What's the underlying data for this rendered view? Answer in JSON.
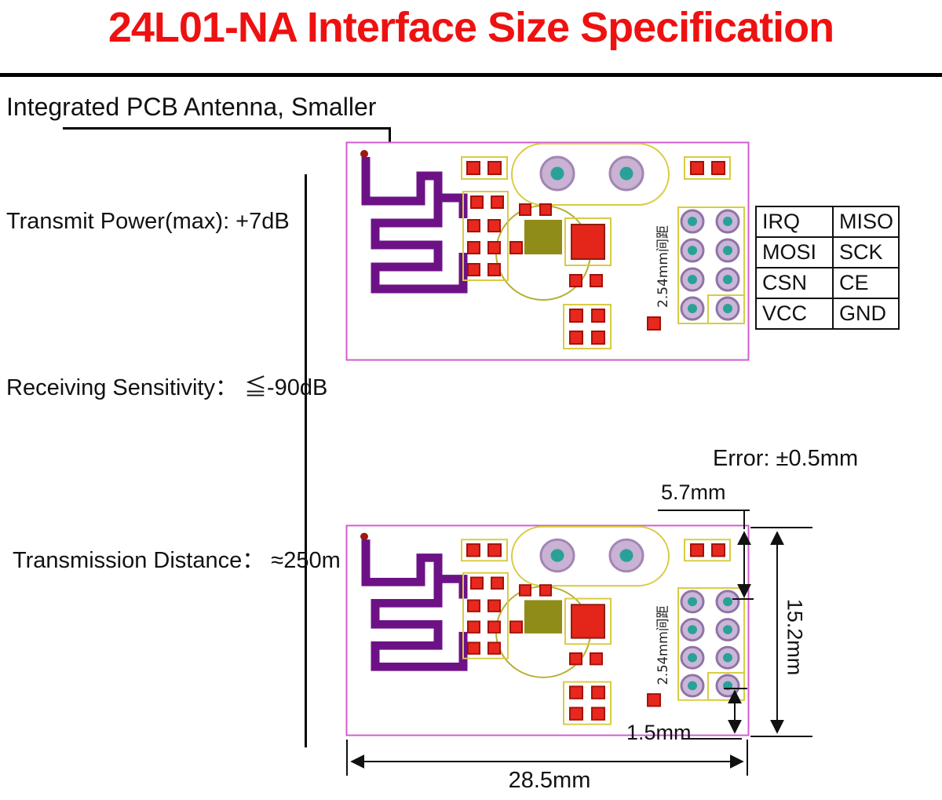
{
  "title": "24L01-NA Interface Size Specification",
  "annotations": {
    "antenna_note": "Integrated PCB Antenna, Smaller",
    "transmit_power": "Transmit Power(max): +7dB",
    "receiving_sensitivity": "Receiving Sensitivity： ≦-90dB",
    "transmission_distance": "Transmission Distance： ≈250m"
  },
  "pin_table": {
    "rows": [
      [
        "IRQ",
        "MISO"
      ],
      [
        "MOSI",
        "SCK"
      ],
      [
        "CSN",
        "CE"
      ],
      [
        "VCC",
        "GND"
      ]
    ]
  },
  "pcb": {
    "pitch_label": "2.54mm间距"
  },
  "dimensions": {
    "error": "Error: ±0.5mm",
    "top_offset": "5.7mm",
    "height": "15.2mm",
    "bottom_offset": "1.5mm",
    "width": "28.5mm"
  },
  "colors": {
    "title_red": "#ee1111",
    "board_outline_magenta": "#cf5ccf",
    "trace_purple": "#6d1286",
    "pad_red": "#e8281e",
    "silk_yellow": "#d9cb42",
    "hole_teal": "#2aa198",
    "hole_ring_lavender": "#c9b2d4",
    "dimension_black": "#111111"
  }
}
